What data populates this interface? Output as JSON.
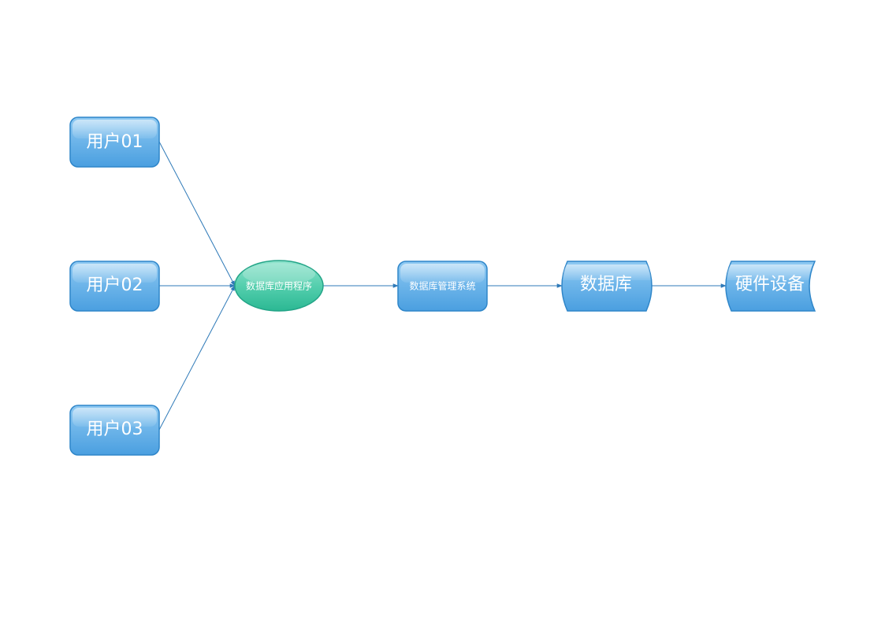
{
  "diagram": {
    "nodes": {
      "user01": {
        "label": "用户01"
      },
      "user02": {
        "label": "用户02"
      },
      "user03": {
        "label": "用户03"
      },
      "app": {
        "label": "数据库应用程序"
      },
      "dbms": {
        "label": "数据库管理系统"
      },
      "db": {
        "label": "数据库"
      },
      "hardware": {
        "label": "硬件设备"
      }
    },
    "edges": [
      {
        "from": "user01",
        "to": "app"
      },
      {
        "from": "user02",
        "to": "app"
      },
      {
        "from": "user03",
        "to": "app"
      },
      {
        "from": "app",
        "to": "dbms"
      },
      {
        "from": "dbms",
        "to": "db"
      },
      {
        "from": "db",
        "to": "hardware"
      }
    ],
    "colors": {
      "box_fill": "#4fa3e0",
      "box_stroke": "#2f86c9",
      "ellipse_fill": "#3cc3a3",
      "ellipse_stroke": "#23a487",
      "edge": "#2f7ab8"
    }
  }
}
